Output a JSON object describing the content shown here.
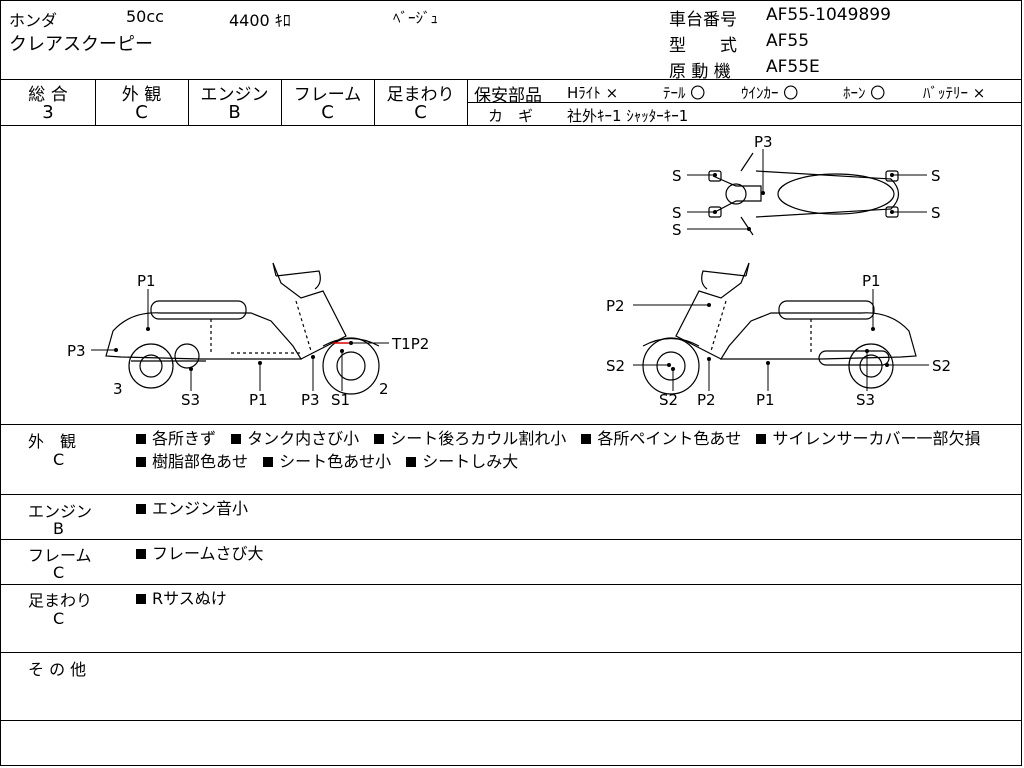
{
  "header": {
    "maker": "ホンダ",
    "displacement": "50cc",
    "mileage": "4400 ｷﾛ",
    "color": "ﾍﾞｰｼﾞｭ",
    "model_name": "クレアスクーピー",
    "frame_no_label": "車台番号",
    "frame_no": "AF55-1049899",
    "type_label": "型　　式",
    "type_value": "AF55",
    "engine_label": "原 動 機",
    "engine_value": "AF55E"
  },
  "grades": {
    "items": [
      {
        "label": "総 合",
        "value": "3"
      },
      {
        "label": "外 観",
        "value": "C"
      },
      {
        "label": "エンジン",
        "value": "B"
      },
      {
        "label": "フレーム",
        "value": "C"
      },
      {
        "label": "足まわり",
        "value": "C"
      }
    ]
  },
  "safety": {
    "label": "保安部品",
    "items": [
      {
        "name": "Hﾗｲﾄ",
        "status": "×"
      },
      {
        "name": "ﾃｰﾙ",
        "status": "〇"
      },
      {
        "name": "ｳｲﾝｶｰ",
        "status": "〇"
      },
      {
        "name": "ﾎｰﾝ",
        "status": "〇"
      },
      {
        "name": "ﾊﾞｯﾃﾘｰ",
        "status": "×"
      }
    ],
    "key_label": "カ　ギ",
    "key_value": "社外ｷｰ1 ｼｬｯﾀｰｷｰ1"
  },
  "diagram": {
    "left": {
      "P1": "P1",
      "P3": "P3",
      "T1P2": "T1P2",
      "n3": "3",
      "n2": "2",
      "S3": "S3",
      "P1b": "P1",
      "P3b": "P3",
      "S1": "S1"
    },
    "right": {
      "P2": "P2",
      "P1": "P1",
      "S2L": "S2",
      "S2R": "S2",
      "S2b": "S2",
      "P2b": "P2",
      "P1b": "P1",
      "S3": "S3"
    },
    "top": {
      "P3": "P3",
      "S1": "S",
      "S2": "S",
      "S3": "S",
      "S4": "S",
      "S5": "S"
    }
  },
  "details": [
    {
      "label": "外　観",
      "grade": "C",
      "items": [
        "各所きず",
        "タンク内さび小",
        "シート後ろカウル割れ小",
        "各所ペイント色あせ",
        "サイレンサーカバー一部欠損",
        "樹脂部色あせ",
        "シート色あせ小",
        "シートしみ大"
      ]
    },
    {
      "label": "エンジン",
      "grade": "B",
      "items": [
        "エンジン音小"
      ]
    },
    {
      "label": "フレーム",
      "grade": "C",
      "items": [
        "フレームさび大"
      ]
    },
    {
      "label": "足まわり",
      "grade": "C",
      "items": [
        "Rサスぬけ"
      ]
    },
    {
      "label": "そ の 他",
      "grade": "",
      "items": []
    }
  ]
}
